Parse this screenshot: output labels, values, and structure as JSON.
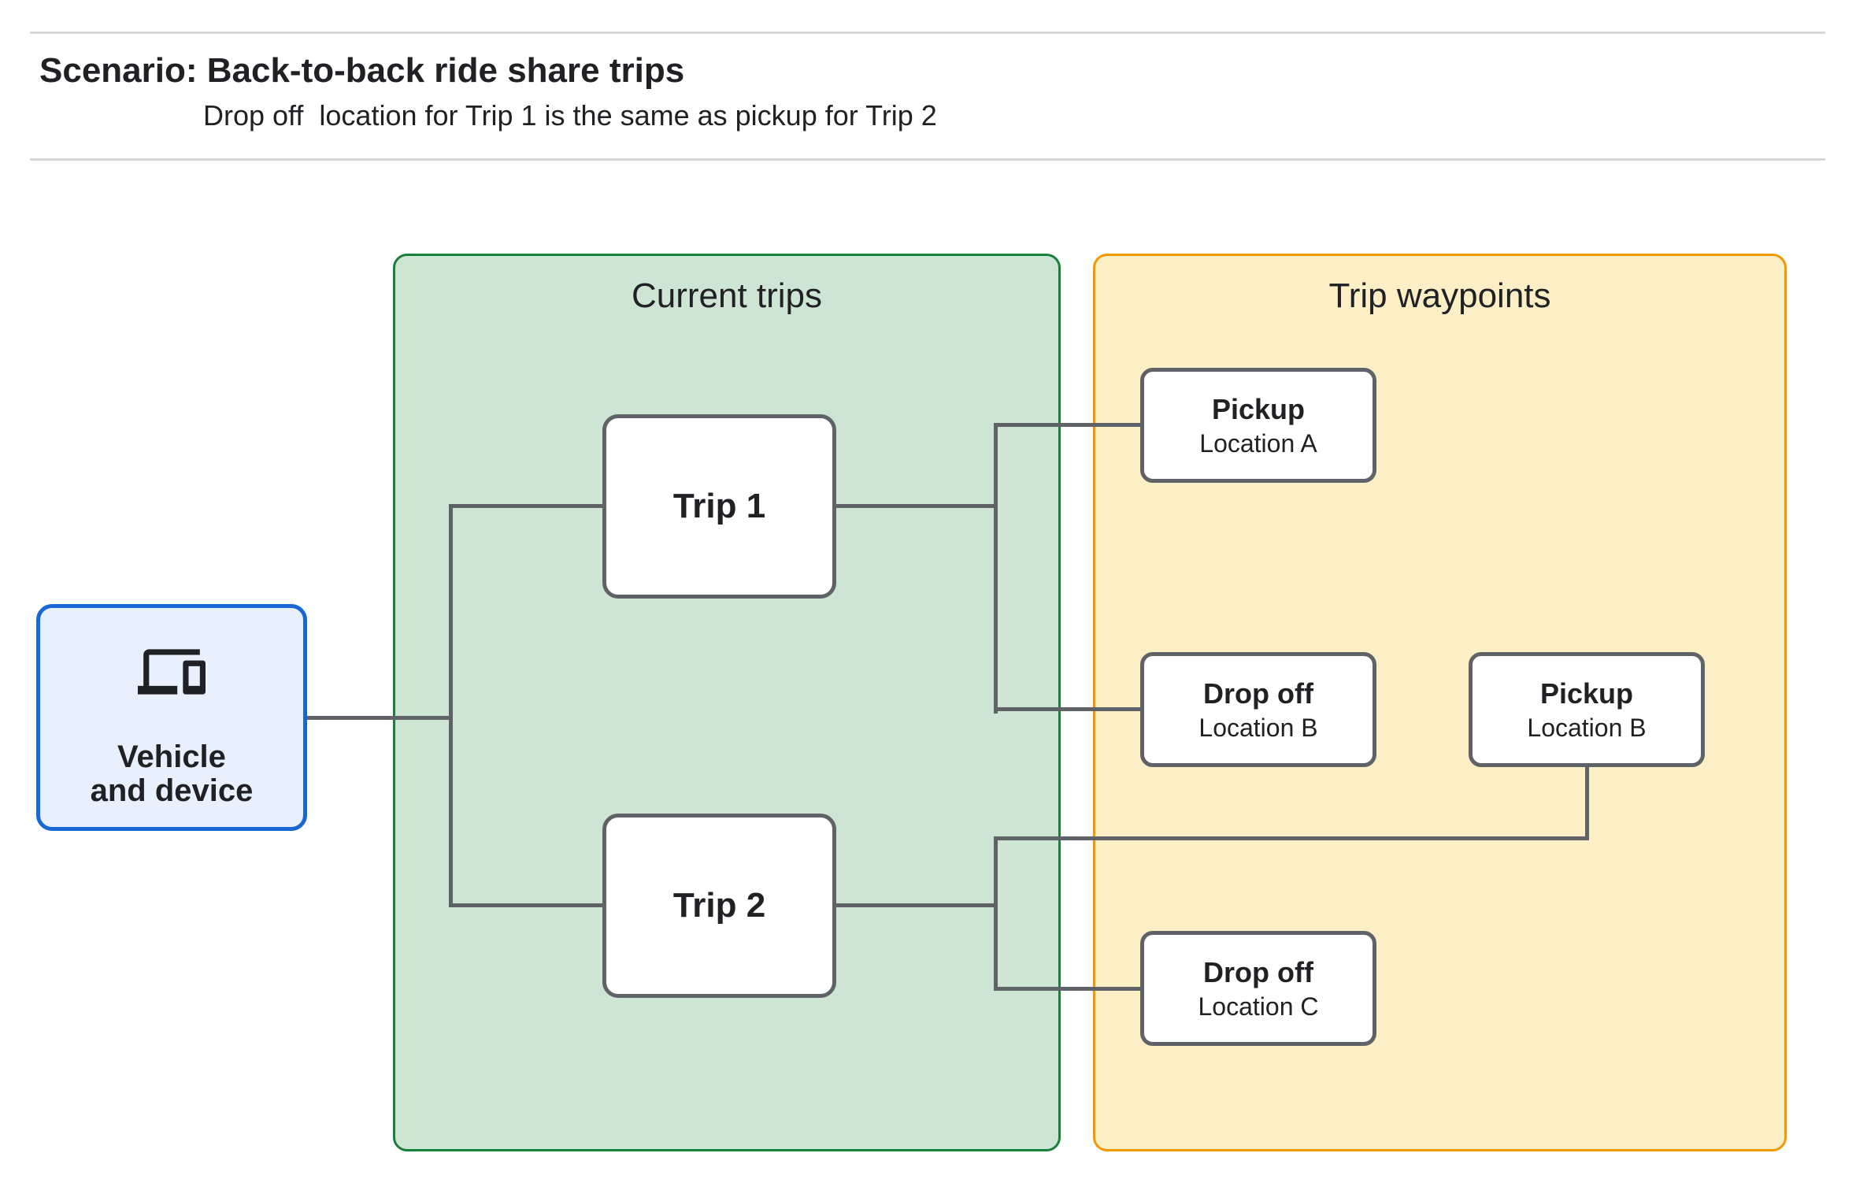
{
  "header": {
    "title": "Scenario: Back-to-back ride share trips",
    "subtitle": "Drop off  location for Trip 1 is the same as pickup for Trip 2"
  },
  "diagram": {
    "vehicle": {
      "icon": "devices-icon",
      "label_line1": "Vehicle",
      "label_line2": "and device"
    },
    "groups": [
      {
        "label": "Current trips",
        "fill": "#cee5d3",
        "border": "#188038"
      },
      {
        "label": "Trip waypoints",
        "fill": "#fceec5",
        "border": "#f29900"
      }
    ],
    "trips": [
      {
        "label": "Trip 1"
      },
      {
        "label": "Trip 2"
      }
    ],
    "waypoints": [
      {
        "title": "Pickup",
        "subtitle": "Location A"
      },
      {
        "title": "Drop off",
        "subtitle": "Location B"
      },
      {
        "title": "Pickup",
        "subtitle": "Location B"
      },
      {
        "title": "Drop off",
        "subtitle": "Location C"
      }
    ],
    "edges": [
      {
        "from": "Vehicle and device",
        "to": "Trip 1"
      },
      {
        "from": "Vehicle and device",
        "to": "Trip 2"
      },
      {
        "from": "Trip 1",
        "to": "Pickup Location A"
      },
      {
        "from": "Trip 1",
        "to": "Drop off Location B"
      },
      {
        "from": "Trip 2",
        "to": "Pickup Location B"
      },
      {
        "from": "Trip 2",
        "to": "Drop off Location C"
      }
    ],
    "colors": {
      "vehicle_fill": "#e8f0fe",
      "vehicle_border": "#1967d2",
      "node_border": "#5f6368",
      "connector": "#5f6368",
      "green_panel_fill": "#cee5d3",
      "green_panel_border": "#188038",
      "yellow_panel_fill": "#fceec5",
      "yellow_panel_border": "#f29900",
      "text": "#202124",
      "divider": "#d6d6d6"
    }
  }
}
